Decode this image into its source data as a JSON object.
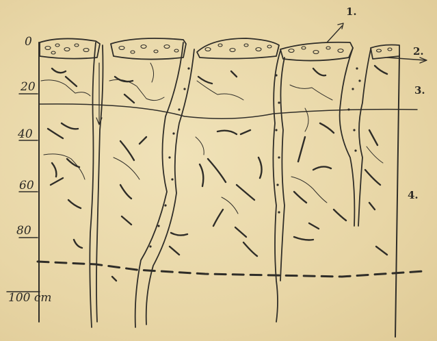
{
  "depth_scale": {
    "labels": [
      "0",
      "20",
      "40",
      "60",
      "80",
      "100 cm"
    ]
  },
  "legend": {
    "labels": [
      "1.",
      "2.",
      "3.",
      "4."
    ]
  },
  "colors": {
    "ink": "#2f2d28",
    "paper": "#ead9ac"
  }
}
